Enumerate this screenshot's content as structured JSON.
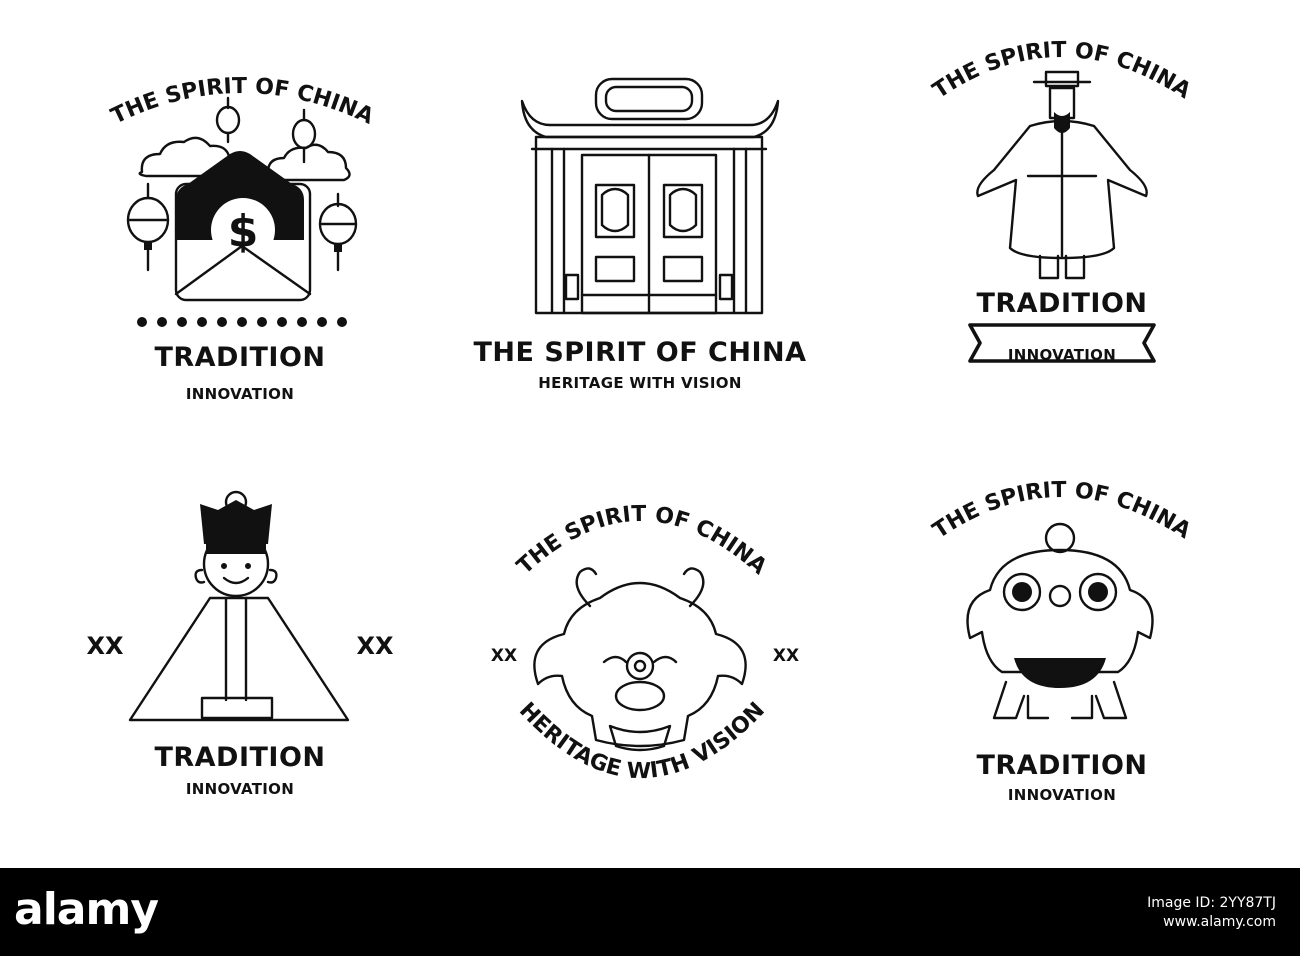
{
  "badges": [
    {
      "arc_text": "THE SPIRIT OF CHINA",
      "title": "TRADITION",
      "subtitle": "INNOVATION",
      "icon": "red-envelope-lanterns-icon",
      "currency": "$"
    },
    {
      "title": "THE SPIRIT OF CHINA",
      "subtitle": "HERITAGE WITH VISION",
      "icon": "chinese-gate-icon"
    },
    {
      "arc_text": "THE SPIRIT OF CHINA",
      "title": "TRADITION",
      "subtitle": "INNOVATION",
      "icon": "chinese-official-icon"
    },
    {
      "title": "TRADITION",
      "subtitle": "INNOVATION",
      "left_mark": "XX",
      "right_mark": "XX",
      "icon": "scholar-figure-icon"
    },
    {
      "arc_text_top": "THE SPIRIT OF CHINA",
      "arc_text_bottom": "HERITAGE WITH VISION",
      "left_mark": "XX",
      "right_mark": "XX",
      "icon": "dragon-head-icon"
    },
    {
      "arc_text": "THE SPIRIT OF CHINA",
      "title": "TRADITION",
      "subtitle": "INNOVATION",
      "icon": "lion-dance-icon"
    }
  ],
  "footer": {
    "logo": "alamy",
    "image_id_label": "Image ID: 2YY87TJ",
    "url": "www.alamy.com"
  }
}
